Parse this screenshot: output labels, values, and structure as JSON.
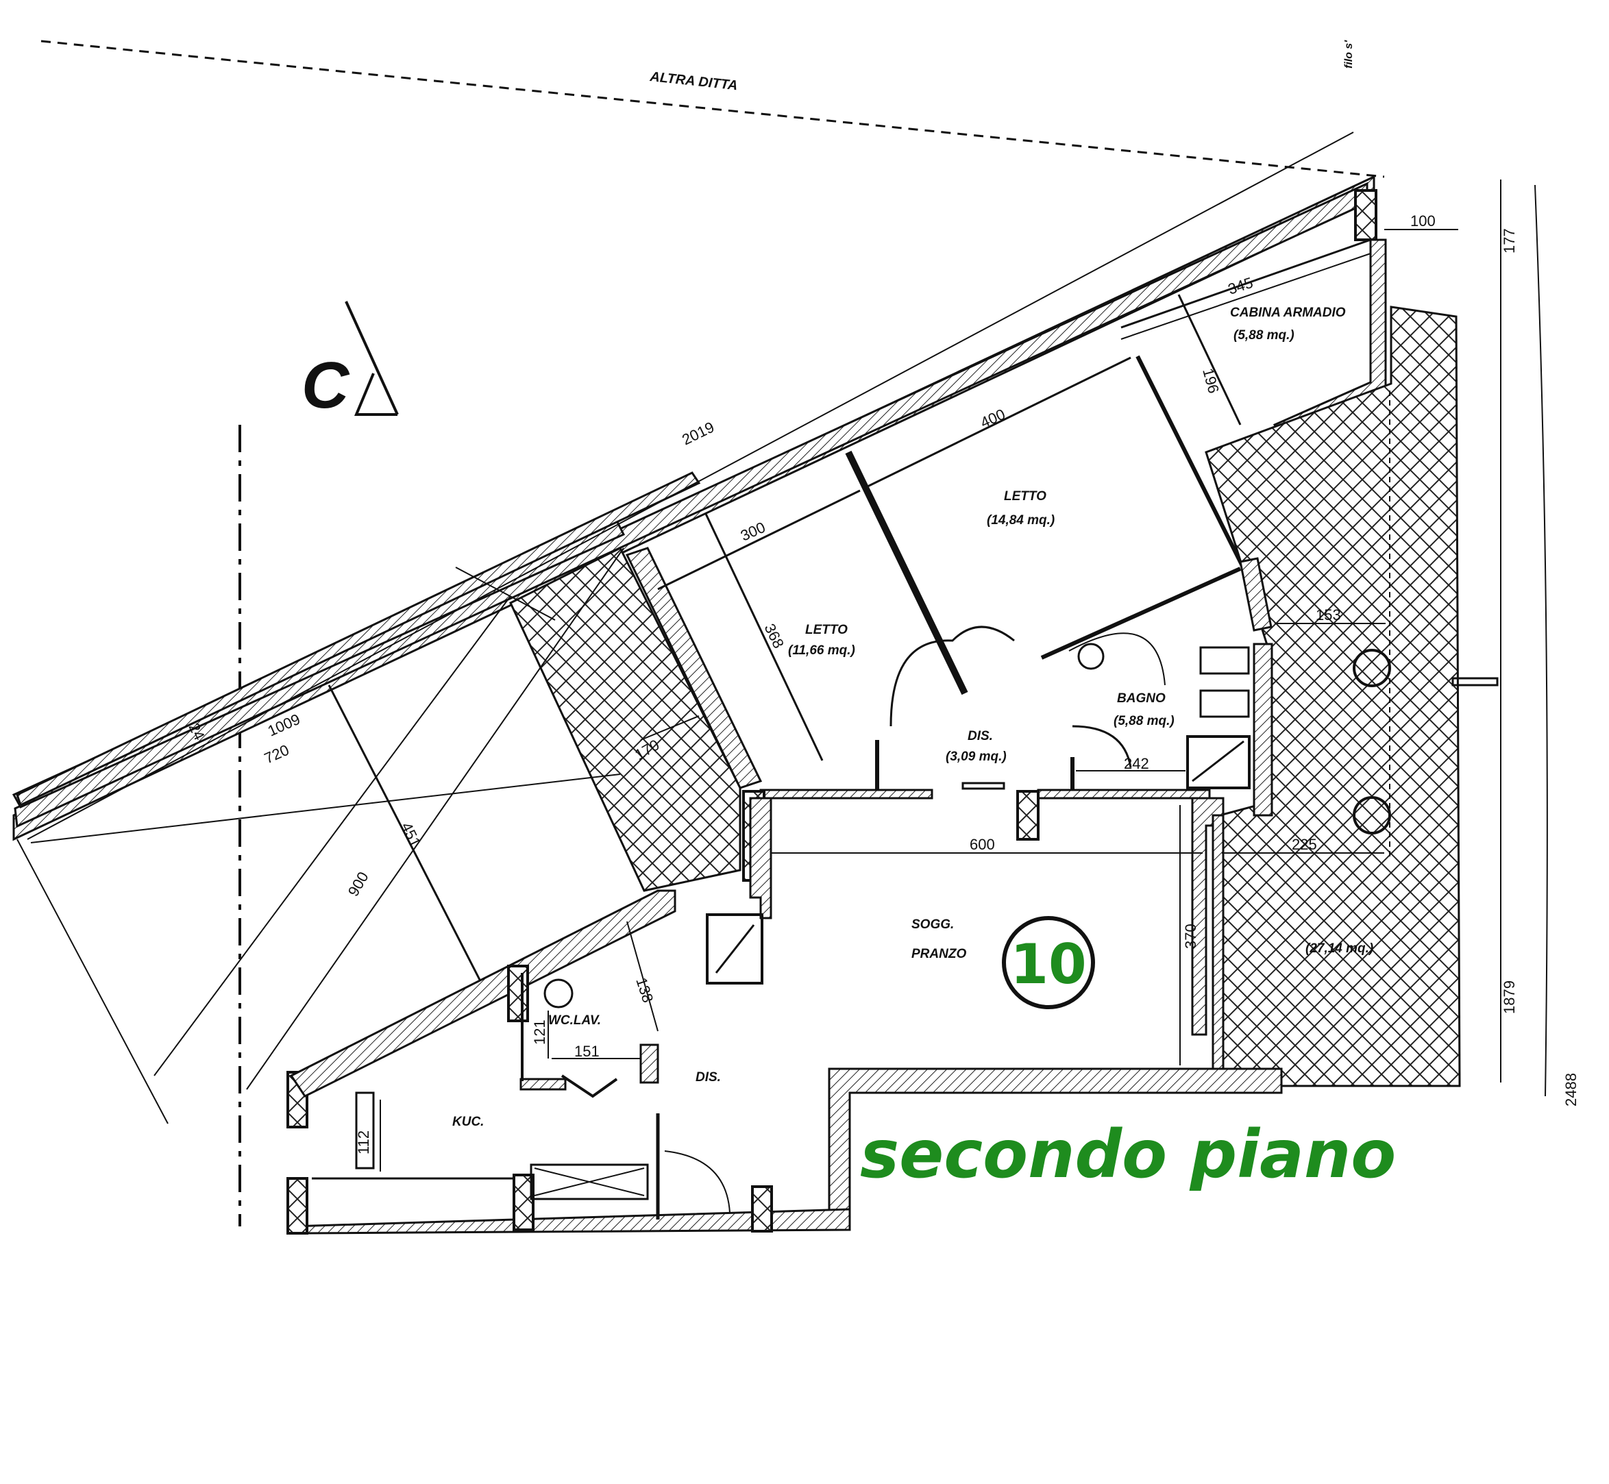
{
  "labels": {
    "altra_ditta": "ALTRA DITTA",
    "filo": "filo s'",
    "section": "C",
    "cabina": "CABINA ARMADIO",
    "cabina_area": "(5,88 mq.)",
    "letto1": "LETTO",
    "letto1_area": "(14,84 mq.)",
    "letto2": "LETTO",
    "letto2_area": "(11,66 mq.)",
    "bagno": "BAGNO",
    "bagno_area": "(5,88 mq.)",
    "dis1": "DIS.",
    "dis1_area": "(3,09 mq.)",
    "sogg": "SOGG.",
    "pranzo": "PRANZO",
    "terrace_area": "(27,14 mq.)",
    "wc": "WC.LAV.",
    "dis2": "DIS.",
    "kuc": "KUC."
  },
  "dimensions": {
    "d2019": "2019",
    "d345": "345",
    "d100": "100",
    "d177": "177",
    "d196": "196",
    "d400": "400",
    "d300": "300",
    "d368": "368",
    "d153": "153",
    "d1009": "1009",
    "d720": "720",
    "d24": "24",
    "d170": "170",
    "d242": "242",
    "d451": "451",
    "d600": "600",
    "d225": "225",
    "d900": "900",
    "d370": "370",
    "d138": "138",
    "d121": "121",
    "d151": "151",
    "d112": "112",
    "d1879": "1879",
    "d2488": "2488"
  },
  "unit_number": "10",
  "floor_title": "secondo piano",
  "accent_color": "#1e8c1e"
}
